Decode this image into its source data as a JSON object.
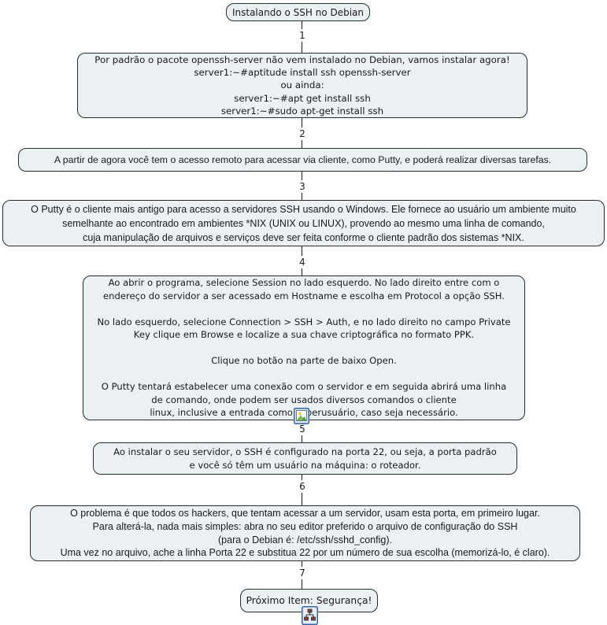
{
  "diagram": {
    "title": "Instalando o SSH no Debian",
    "colors": {
      "node_fill": "#ebf1f3",
      "node_border": "#262e30",
      "connector_line": "#1a1a1a",
      "icon_border": "#3465a4"
    },
    "nodes": {
      "start": {
        "text": "Instalando o SSH no Debian"
      },
      "install": {
        "text": "Por padrão o pacote openssh-server não vem instalado no Debian, vamos instalar agora!\nserver1:~#aptitude install ssh openssh-server\nou ainda:\nserver1:~#apt get install ssh\nserver1:~#sudo apt-get install ssh"
      },
      "remote": {
        "text": "A partir de agora você tem o acesso remoto para acessar via cliente, como Putty, e poderá realizar diversas tarefas."
      },
      "putty": {
        "text": "O Putty é o cliente mais antigo para acesso a servidores SSH usando o Windows. Ele fornece ao usuário um ambiente muito\nsemelhante ao encontrado em ambientes *NIX (UNIX ou LINUX), provendo ao mesmo uma linha de comando,\ncuja manipulação de arquivos e serviços deve ser feita conforme o cliente padrão dos sistemas *NIX."
      },
      "steps": {
        "text": "Ao abrir o programa, selecione Session no lado esquerdo. No lado direito entre com o\nendereço do servidor a ser acessado em Hostname e escolha em Protocol a opção SSH.\n\nNo lado esquerdo, selecione Connection > SSH > Auth, e no lado direito no campo Private\nKey clique em Browse e localize a sua chave criptográfica no formato PPK.\n\nClique no botão na parte de baixo Open.\n\nO Putty tentará estabelecer uma conexão com o servidor e em seguida abrirá uma linha\nde comando, onde podem ser usados diversos comandos o cliente\nlinux, inclusive a entrada como superusuário, caso seja necessário."
      },
      "port": {
        "text": "Ao instalar o seu servidor, o SSH é configurado na porta 22, ou seja, a porta padrão\ne você só têm um usuário na máquina: o roteador."
      },
      "hackers": {
        "text": "O problema é que todos os hackers, que tentam acessar a um servidor, usam esta porta, em primeiro lugar.\nPara alterá-la, nada mais simples: abra no seu editor preferido o arquivo de configuração do SSH\n(para o Debian é: /etc/ssh/sshd_config).\nUma vez no arquivo, ache a linha Porta 22 e substitua 22 por um número de sua escolha (memorizá-lo, é claro)."
      },
      "next": {
        "text": "Próximo Item: Segurança!"
      }
    },
    "connectors": {
      "c1": "1",
      "c2": "2",
      "c3": "3",
      "c4": "4",
      "c5": "5",
      "c6": "6",
      "c7": "7"
    },
    "icons": {
      "image_attachment": "image-attachment-icon",
      "sitemap": "sitemap-icon"
    }
  }
}
